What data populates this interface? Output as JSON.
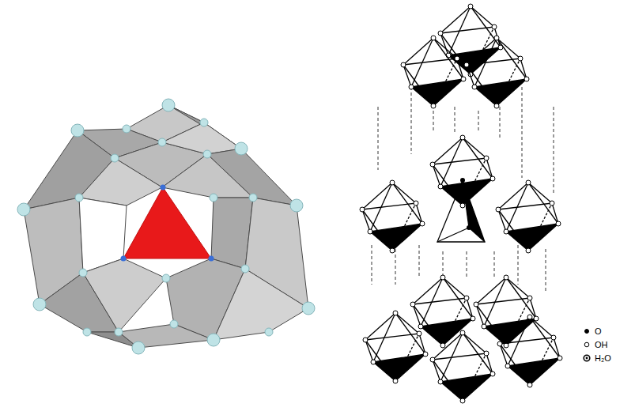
{
  "diagram": {
    "legend": [
      {
        "text": "O"
      },
      {
        "text": "OH"
      },
      {
        "text": "H₂O"
      }
    ]
  }
}
